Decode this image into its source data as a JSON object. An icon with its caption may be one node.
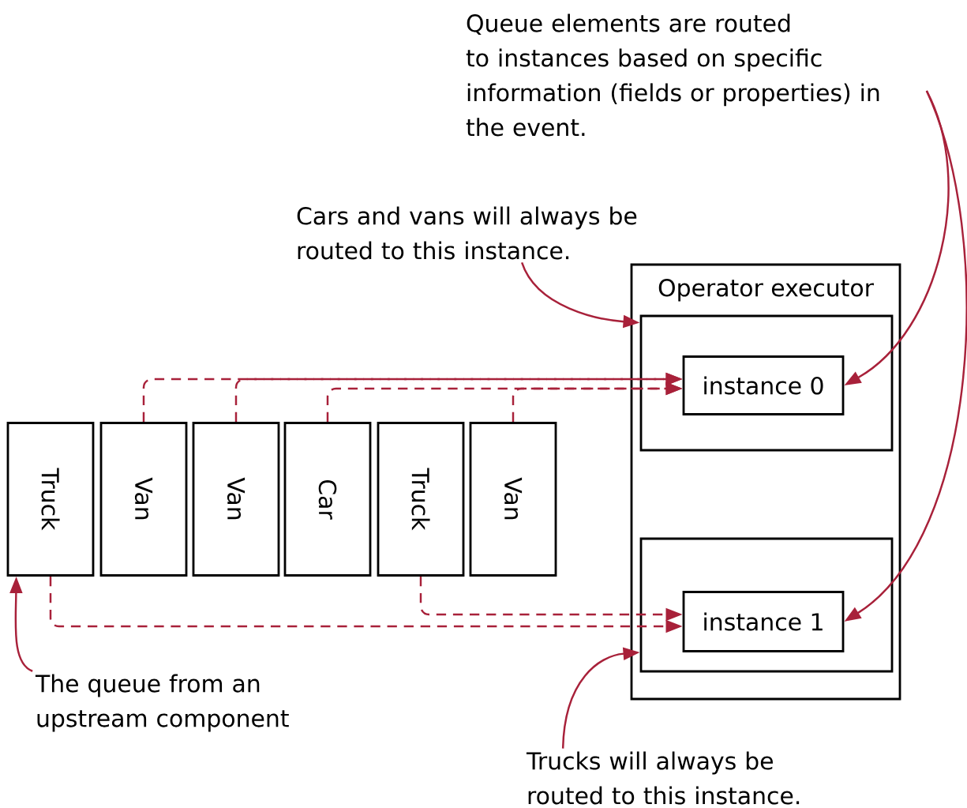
{
  "diagram": {
    "nodes": [
      {
        "text": [
          "Operator executor"
        ]
      },
      {
        "text": [],
        "shape": "box",
        "in": 0
      },
      {
        "text": [
          "instance 0"
        ],
        "in": 1
      },
      {
        "text": [],
        "shape": "box",
        "in": 0
      },
      {
        "text": [
          "instance 1"
        ],
        "in": 3
      },
      {
        "text": [
          "Truck"
        ]
      },
      {
        "text": [
          "Van"
        ]
      },
      {
        "text": [
          "Van"
        ]
      },
      {
        "text": [
          "Car"
        ]
      },
      {
        "text": [
          "Truck"
        ]
      },
      {
        "text": [
          "Van"
        ]
      },
      {
        "text": [
          "Queue elements are routed to instances based on specific information (fields or properties) in the event."
        ]
      },
      {
        "text": [
          "Cars and vans will always be routed to this instance."
        ]
      },
      {
        "text": [
          "The queue from an upstream component"
        ]
      },
      {
        "text": [
          "Trucks will always be routed to this instance."
        ]
      }
    ],
    "edges": [
      {
        "from": 6,
        "to": 2,
        "arrow": "to",
        "style": "dashed"
      },
      {
        "from": 7,
        "to": 2,
        "arrow": "to",
        "style": "dashed"
      },
      {
        "from": 8,
        "to": 2,
        "arrow": "to",
        "style": "dashed"
      },
      {
        "from": 10,
        "to": 2,
        "arrow": "to",
        "style": "dashed"
      },
      {
        "from": 5,
        "to": 4,
        "arrow": "to",
        "style": "dashed"
      },
      {
        "from": 9,
        "to": 4,
        "arrow": "to",
        "style": "dashed"
      },
      {
        "from": 11,
        "to": 2,
        "arrow": "to"
      },
      {
        "from": 11,
        "to": 4,
        "arrow": "to"
      },
      {
        "from": 12,
        "to": 1,
        "arrow": "to"
      },
      {
        "from": 13,
        "to": 5,
        "arrow": "to"
      },
      {
        "from": 14,
        "to": 3,
        "arrow": "to"
      }
    ]
  }
}
